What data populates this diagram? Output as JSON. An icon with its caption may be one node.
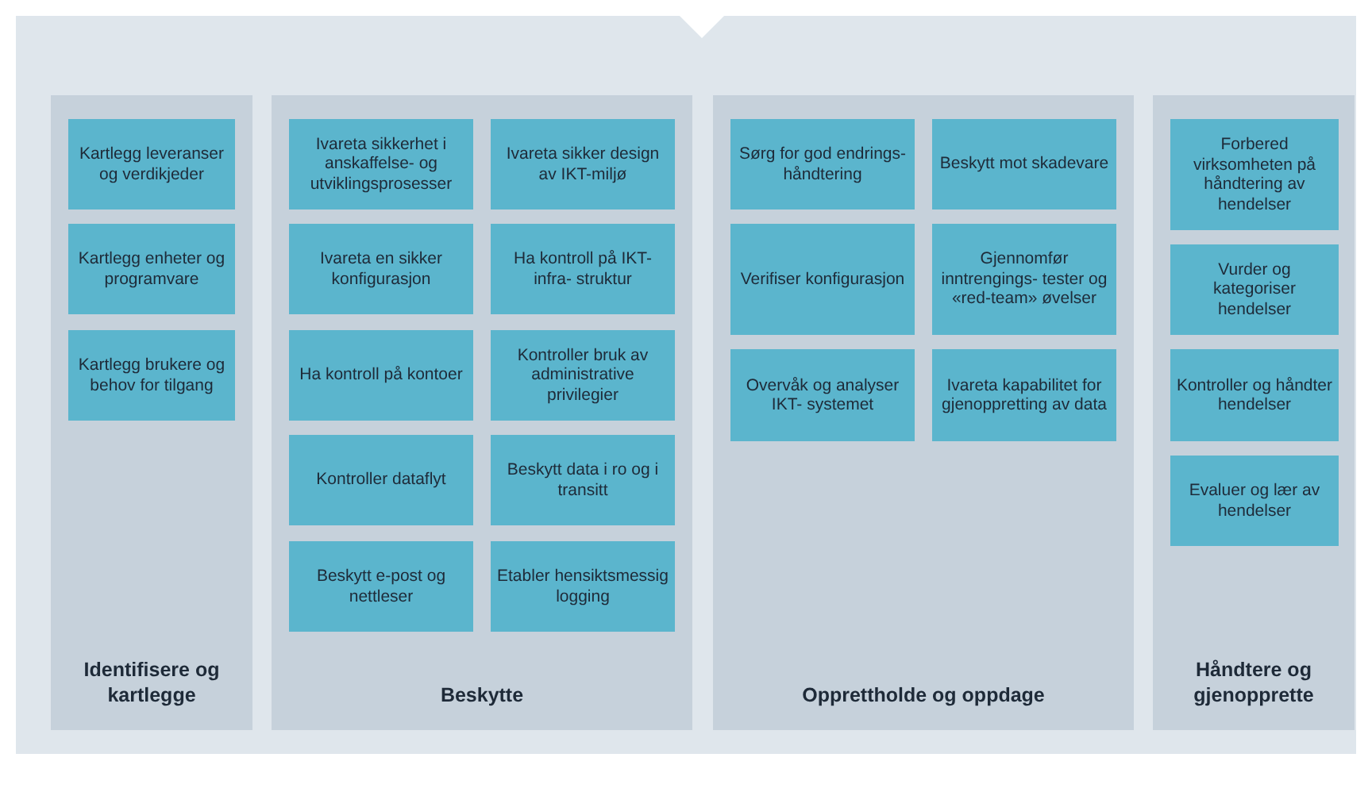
{
  "diagram": {
    "nodes": [
      {
        "text": [
          "Identifisere og kartlegge"
        ]
      },
      {
        "text": [
          "Kartlegg leveranser og verdikjeder"
        ],
        "in": 0
      },
      {
        "text": [
          "Kartlegg enheter og programvare"
        ],
        "in": 0
      },
      {
        "text": [
          "Kartlegg brukere og behov for tilgang"
        ],
        "in": 0
      },
      {
        "text": [
          "Beskytte"
        ]
      },
      {
        "text": [
          "Ivareta sikkerhet i anskaffelse- og utviklingsprosesser"
        ],
        "in": 4
      },
      {
        "text": [
          "Ivareta sikker design av IKT-miljø"
        ],
        "in": 4
      },
      {
        "text": [
          "Ivareta en sikker konfigurasjon"
        ],
        "in": 4
      },
      {
        "text": [
          "Ha kontroll på IKT-infra- struktur"
        ],
        "in": 4
      },
      {
        "text": [
          "Ha kontroll på kontoer"
        ],
        "in": 4
      },
      {
        "text": [
          "Kontroller bruk av administrative privilegier"
        ],
        "in": 4
      },
      {
        "text": [
          "Kontroller dataflyt"
        ],
        "in": 4
      },
      {
        "text": [
          "Beskytt data i ro og i transitt"
        ],
        "in": 4
      },
      {
        "text": [
          "Beskytt e-post og nettleser"
        ],
        "in": 4
      },
      {
        "text": [
          "Etabler hensiktsmessig logging"
        ],
        "in": 4
      },
      {
        "text": [
          "Opprettholde og oppdage"
        ]
      },
      {
        "text": [
          "Sørg for god endrings- håndtering"
        ],
        "in": 15
      },
      {
        "text": [
          "Beskytt mot skadevare"
        ],
        "in": 15
      },
      {
        "text": [
          "Verifiser konfigurasjon"
        ],
        "in": 15
      },
      {
        "text": [
          "Gjennomfør inntrengings- tester og «red-team» øvelser"
        ],
        "in": 15
      },
      {
        "text": [
          "Overvåk og analyser IKT- systemet"
        ],
        "in": 15
      },
      {
        "text": [
          "Ivareta kapabilitet for gjenoppretting av data"
        ],
        "in": 15
      },
      {
        "text": [
          "Håndtere og gjenopprette"
        ]
      },
      {
        "text": [
          "Forbered virksomheten på håndtering av hendelser"
        ],
        "in": 22
      },
      {
        "text": [
          "Vurder og kategoriser hendelser"
        ],
        "in": 22
      },
      {
        "text": [
          "Kontroller og håndter hendelser"
        ],
        "in": 22
      },
      {
        "text": [
          "Evaluer og lær av hendelser"
        ],
        "in": 22
      }
    ]
  }
}
